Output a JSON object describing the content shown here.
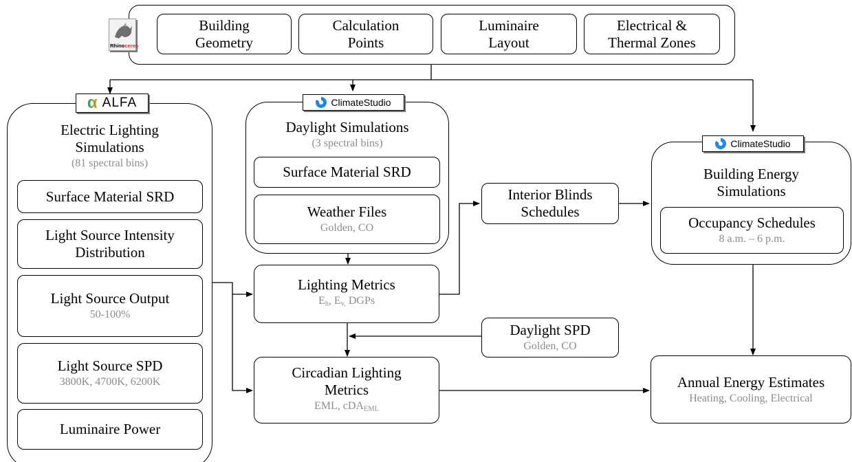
{
  "inputs": {
    "rhino_logo_text": "Rhinoceros",
    "items": [
      {
        "line1": "Building",
        "line2": "Geometry"
      },
      {
        "line1": "Calculation",
        "line2": "Points"
      },
      {
        "line1": "Luminaire",
        "line2": "Layout"
      },
      {
        "line1": "Electrical &",
        "line2": "Thermal Zones"
      }
    ]
  },
  "alfa": {
    "badge": "ALFA",
    "title_line1": "Electric Lighting",
    "title_line2": "Simulations",
    "subtitle": "(81 spectral bins)",
    "boxes": [
      {
        "title": "Surface Material SRD",
        "sub": ""
      },
      {
        "title": "Light Source Intensity Distribution",
        "sub": ""
      },
      {
        "title": "Light Source Output",
        "sub": "50-100%"
      },
      {
        "title": "Light Source SPD",
        "sub": "3800K, 4700K, 6200K"
      },
      {
        "title": "Luminaire Power",
        "sub": ""
      }
    ]
  },
  "daylight": {
    "badge": "ClimateStudio",
    "title": "Daylight Simulations",
    "subtitle": "(3 spectral bins)",
    "boxes": [
      {
        "title": "Surface Material SRD",
        "sub": ""
      },
      {
        "title": "Weather Files",
        "sub": "Golden, CO"
      }
    ]
  },
  "energy": {
    "badge": "ClimateStudio",
    "title_line1": "Building Energy",
    "title_line2": "Simulations",
    "box": {
      "title": "Occupancy Schedules",
      "sub": "8 a.m. – 6 p.m."
    }
  },
  "lighting_metrics": {
    "title": "Lighting Metrics",
    "sub_e": "E",
    "sub_h": "h",
    "sub_sep1": ", E",
    "sub_v": "v,",
    "sub_rest": " DGPs"
  },
  "blinds": {
    "line1": "Interior Blinds",
    "line2": "Schedules"
  },
  "daylight_spd": {
    "title": "Daylight SPD",
    "sub": "Golden, CO"
  },
  "circadian": {
    "line1": "Circadian Lighting",
    "line2": "Metrics",
    "sub_main": "EML, cDA",
    "sub_subscript": "EML"
  },
  "annual": {
    "title": "Annual Energy Estimates",
    "sub": "Heating, Cooling, Electrical"
  }
}
